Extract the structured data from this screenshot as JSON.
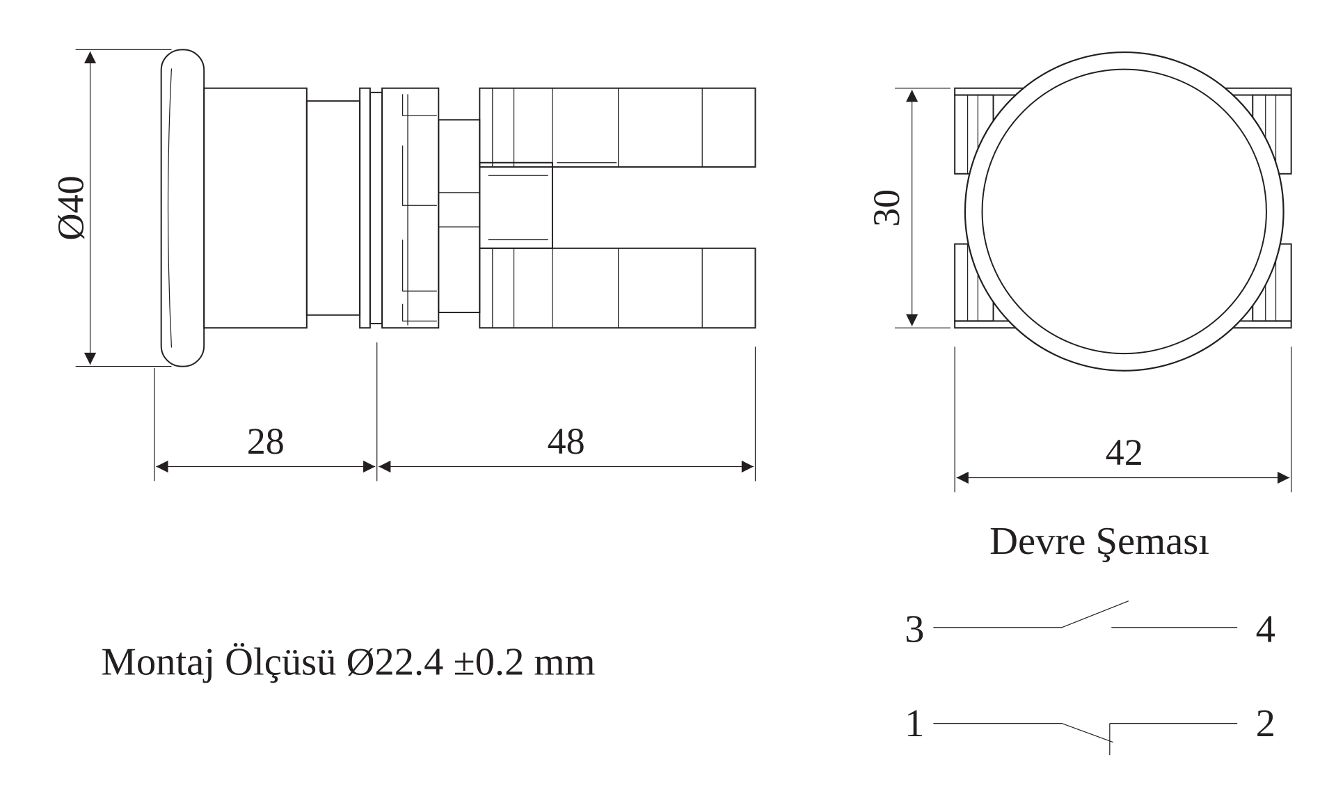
{
  "dimensions": {
    "diameter": "Ø40",
    "length_front": "28",
    "length_back": "48",
    "height": "30",
    "width": "42"
  },
  "circuit": {
    "title": "Devre Şeması",
    "no_contact": {
      "left": "3",
      "right": "4"
    },
    "nc_contact": {
      "left": "1",
      "right": "2"
    }
  },
  "mounting_note": "Montaj Ölçüsü Ø22.4 ±0.2 mm",
  "colors": {
    "line": "#231f20",
    "background": "#ffffff"
  }
}
